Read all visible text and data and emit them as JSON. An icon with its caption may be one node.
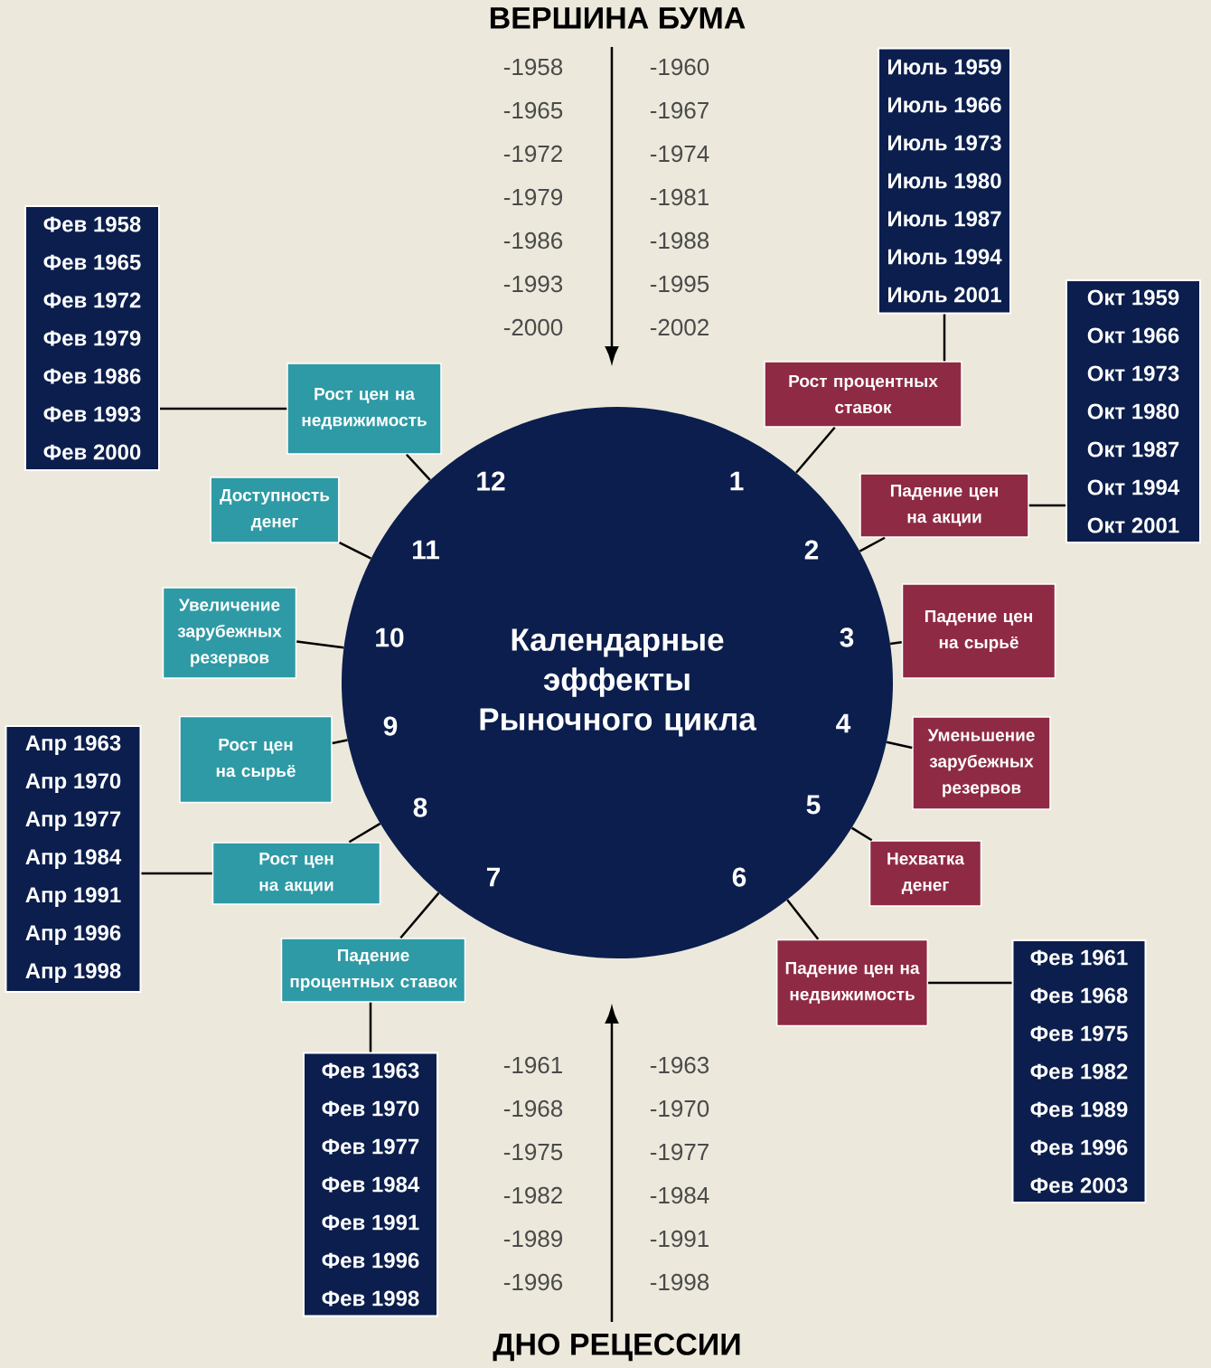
{
  "diagram": {
    "title": "ВЕРШИНА БУМА",
    "nodes": [
      {
        "text": [
          "Календарные эффекты Рыночного цикла"
        ]
      },
      {
        "text": [
          "Рост цен на недвижимость"
        ]
      },
      {
        "text": [
          "Доступность денег"
        ]
      },
      {
        "text": [
          "Увеличение зарубежных резервов"
        ]
      },
      {
        "text": [
          "Рост цен на сырьё"
        ]
      },
      {
        "text": [
          "Рост цен на акции"
        ]
      },
      {
        "text": [
          "Падение процентных ставок"
        ]
      },
      {
        "text": [
          "Рост процентных ставок"
        ]
      },
      {
        "text": [
          "Падение цен на акции"
        ]
      },
      {
        "text": [
          "Падение цен на сырьё"
        ]
      },
      {
        "text": [
          "Уменьшение зарубежных резервов"
        ]
      },
      {
        "text": [
          "Нехватка денег"
        ]
      },
      {
        "text": [
          "Падение цен на недвижимость"
        ]
      },
      {
        "text": [
          "Фев 1958",
          "Фев 1965",
          "Фев 1972",
          "Фев 1979",
          "Фев 1986",
          "Фев 1993",
          "Фев 2000"
        ]
      },
      {
        "text": [
          "Апр 1963",
          "Апр 1970",
          "Апр 1977",
          "Апр 1984",
          "Апр 1991",
          "Апр 1996",
          "Апр 1998"
        ]
      },
      {
        "text": [
          "Фев 1963",
          "Фев 1970",
          "Фев 1977",
          "Фев 1984",
          "Фев 1991",
          "Фев 1996",
          "Фев 1998"
        ]
      },
      {
        "text": [
          "Июль 1959",
          "Июль 1966",
          "Июль 1973",
          "Июль 1980",
          "Июль 1987",
          "Июль 1994",
          "Июль 2001"
        ]
      },
      {
        "text": [
          "Окт 1959",
          "Окт 1966",
          "Окт 1973",
          "Окт 1980",
          "Окт 1987",
          "Окт 1994",
          "Окт 2001"
        ]
      },
      {
        "text": [
          "Фев 1961",
          "Фев 1968",
          "Фев 1975",
          "Фев 1982",
          "Фев 1989",
          "Фев 1996",
          "Фев 2003"
        ]
      }
    ],
    "edges": [
      {
        "from": 1,
        "to": 0,
        "arrow": "none"
      },
      {
        "from": 2,
        "to": 0,
        "arrow": "none"
      },
      {
        "from": 3,
        "to": 0,
        "arrow": "none"
      },
      {
        "from": 4,
        "to": 0,
        "arrow": "none"
      },
      {
        "from": 5,
        "to": 0,
        "arrow": "none"
      },
      {
        "from": 6,
        "to": 0,
        "arrow": "none"
      },
      {
        "from": 7,
        "to": 0,
        "arrow": "none"
      },
      {
        "from": 8,
        "to": 0,
        "arrow": "none"
      },
      {
        "from": 9,
        "to": 0,
        "arrow": "none"
      },
      {
        "from": 10,
        "to": 0,
        "arrow": "none"
      },
      {
        "from": 11,
        "to": 0,
        "arrow": "none"
      },
      {
        "from": 12,
        "to": 0,
        "arrow": "none"
      },
      {
        "from": 13,
        "to": 1,
        "arrow": "none"
      },
      {
        "from": 14,
        "to": 5,
        "arrow": "none"
      },
      {
        "from": 15,
        "to": 6,
        "arrow": "none"
      },
      {
        "from": 16,
        "to": 7,
        "arrow": "none"
      },
      {
        "from": 17,
        "to": 8,
        "arrow": "none"
      },
      {
        "from": 18,
        "to": 12,
        "arrow": "none"
      }
    ],
    "labels": [
      "-1958",
      "-1960",
      "-1965",
      "-1967",
      "-1972",
      "-1974",
      "-1979",
      "-1981",
      "-1986",
      "-1988",
      "-1993",
      "-1995",
      "-2000",
      "-2002",
      "12",
      "1",
      "11",
      "2",
      "10",
      "3",
      "9",
      "4",
      "8",
      "5",
      "7",
      "6",
      "-1961",
      "-1963",
      "-1968",
      "-1970",
      "-1975",
      "-1977",
      "-1982",
      "-1984",
      "-1989",
      "-1991",
      "-1996",
      "-1998",
      "ДНО РЕЦЕССИИ"
    ]
  }
}
